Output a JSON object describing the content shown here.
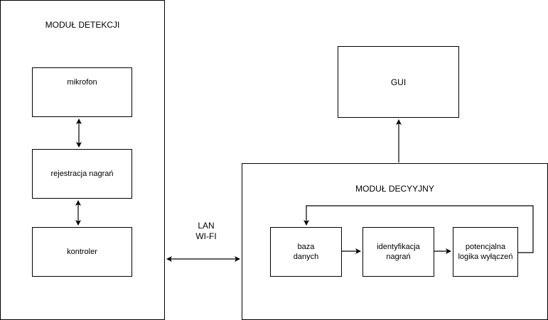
{
  "modul_detekcji": {
    "title": "MODUŁ DETEKCJI",
    "mikrofon": "mikrofon",
    "rejestracja": "rejestracja nagrań",
    "kontroler": "kontroler"
  },
  "connection": {
    "line1": "LAN",
    "line2": "WI-FI"
  },
  "gui": {
    "label": "GUI"
  },
  "modul_decyzyjny": {
    "title": "MODUŁ DECYYJNY",
    "baza_line1": "baza",
    "baza_line2": "danych",
    "identyfikacja_line1": "identyfikacja",
    "identyfikacja_line2": "nagrań",
    "logika_line1": "potencjalna",
    "logika_line2": "logika wyłączeń"
  }
}
